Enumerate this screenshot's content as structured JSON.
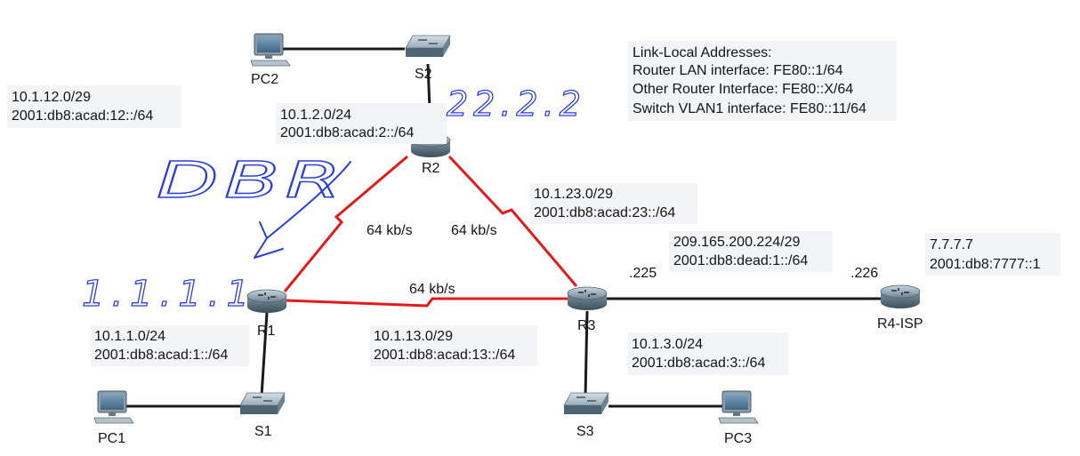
{
  "colors": {
    "wan_link": "#e11b1b",
    "lan_link": "#1a1a1a",
    "annotation_ink": "#2b3fd6",
    "label_background": "#f2f4f8"
  },
  "legend": {
    "title": "Link-Local Addresses:",
    "lines": [
      "Router LAN interface: FE80::1/64",
      "Other Router Interface: FE80::X/64",
      "Switch VLAN1 interface: FE80::11/64"
    ]
  },
  "devices": {
    "pc1": "PC1",
    "pc2": "PC2",
    "pc3": "PC3",
    "s1": "S1",
    "s2": "S2",
    "s3": "S3",
    "r1": "R1",
    "r2": "R2",
    "r3": "R3",
    "r4": "R4-ISP"
  },
  "networks": {
    "r1r2": [
      "10.1.12.0/29",
      "2001:db8:acad:12::/64"
    ],
    "r2_lan": [
      "10.1.2.0/24",
      "2001:db8:acad:2::/64"
    ],
    "r2r3": [
      "10.1.23.0/29",
      "2001:db8:acad:23::/64"
    ],
    "isp": [
      "209.165.200.224/29",
      "2001:db8:dead:1::/64"
    ],
    "r4_loopback": [
      "7.7.7.7",
      "2001:db8:7777::1"
    ],
    "r1_lan": [
      "10.1.1.0/24",
      "2001:db8:acad:1::/64"
    ],
    "r1r3": [
      "10.1.13.0/29",
      "2001:db8:acad:13::/64"
    ],
    "r3_lan": [
      "10.1.3.0/24",
      "2001:db8:acad:3::/64"
    ]
  },
  "link_speeds": {
    "r1r2": "64 kb/s",
    "r2r3": "64 kb/s",
    "r1r3": "64 kb/s"
  },
  "interface_addresses": {
    "r3_isp": ".225",
    "r4_isp": ".226"
  },
  "handwritten": {
    "r2_router_id": "22.2.2",
    "r1_router_id": "1.1.1.1",
    "dr_bdr_note": "DBR"
  },
  "icons": {
    "router": "router-icon",
    "switch": "switch-icon",
    "pc": "pc-icon"
  }
}
